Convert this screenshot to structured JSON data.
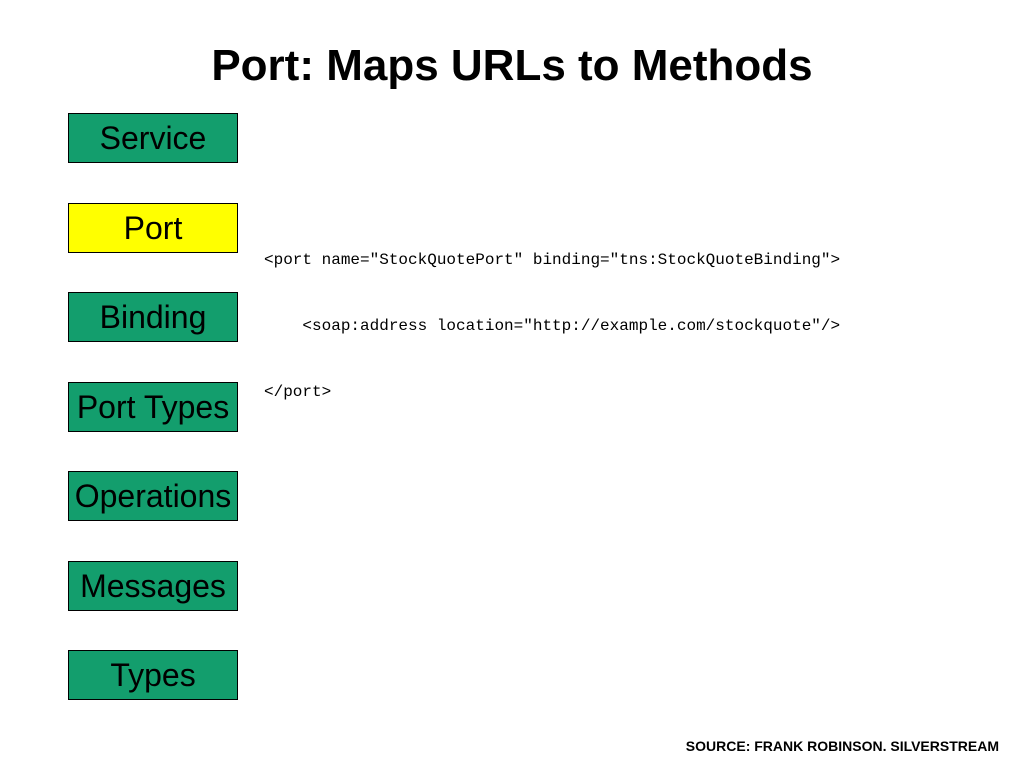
{
  "title": "Port: Maps URLs to Methods",
  "colors": {
    "box_default": "#139e6d",
    "box_active": "#ffff00",
    "border": "#000000",
    "text": "#000000"
  },
  "nav_boxes": [
    {
      "label": "Service",
      "active": false
    },
    {
      "label": "Port",
      "active": true
    },
    {
      "label": "Binding",
      "active": false
    },
    {
      "label": "Port Types",
      "active": false
    },
    {
      "label": "Operations",
      "active": false
    },
    {
      "label": "Messages",
      "active": false
    },
    {
      "label": "Types",
      "active": false
    }
  ],
  "code": {
    "lines": [
      "<port name=\"StockQuotePort\" binding=\"tns:StockQuoteBinding\">",
      "    <soap:address location=\"http://example.com/stockquote\"/>",
      "</port>"
    ]
  },
  "footer": {
    "source": "SOURCE: FRANK ROBINSON. SILVERSTREAM"
  }
}
